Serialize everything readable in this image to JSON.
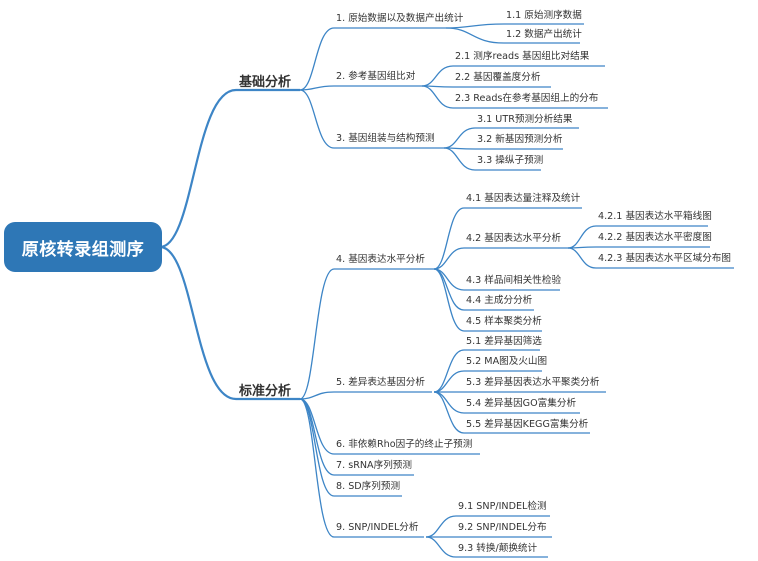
{
  "root": {
    "label": "原核转录组测序"
  },
  "branches": [
    {
      "label": "基础分析"
    },
    {
      "label": "标准分析"
    }
  ],
  "nodes": {
    "n1": "1. 原始数据以及数据产出统计",
    "n1_1": "1.1 原始测序数据",
    "n1_2": "1.2 数据产出统计",
    "n2": "2. 参考基因组比对",
    "n2_1": "2.1 测序reads 基因组比对结果",
    "n2_2": "2.2 基因覆盖度分析",
    "n2_3": "2.3 Reads在参考基因组上的分布",
    "n3": "3. 基因组装与结构预测",
    "n3_1": "3.1 UTR预测分析结果",
    "n3_2": "3.2 新基因预测分析",
    "n3_3": "3.3 操纵子预测",
    "n4": "4. 基因表达水平分析",
    "n4_1": "4.1 基因表达量注释及统计",
    "n4_2": "4.2 基因表达水平分析",
    "n4_2_1": "4.2.1 基因表达水平箱线图",
    "n4_2_2": "4.2.2 基因表达水平密度图",
    "n4_2_3": "4.2.3 基因表达水平区域分布图",
    "n4_3": "4.3 样品间相关性检验",
    "n4_4": "4.4 主成分分析",
    "n4_5": "4.5 样本聚类分析",
    "n5": "5. 差异表达基因分析",
    "n5_1": "5.1 差异基因筛选",
    "n5_2": "5.2 MA图及火山图",
    "n5_3": "5.3 差异基因表达水平聚类分析",
    "n5_4": "5.4 差异基因GO富集分析",
    "n5_5": "5.5 差异基因KEGG富集分析",
    "n6": "6. 非依赖Rho因子的终止子预测",
    "n7": "7. sRNA序列预测",
    "n8": "8. SD序列预测",
    "n9": "9. SNP/INDEL分析",
    "n9_1": "9.1 SNP/INDEL检测",
    "n9_2": "9.2 SNP/INDEL分布",
    "n9_3": "9.3 转换/颠换统计"
  },
  "colors": {
    "root_fill": "#2e77b6",
    "line": "#3d85c6"
  }
}
